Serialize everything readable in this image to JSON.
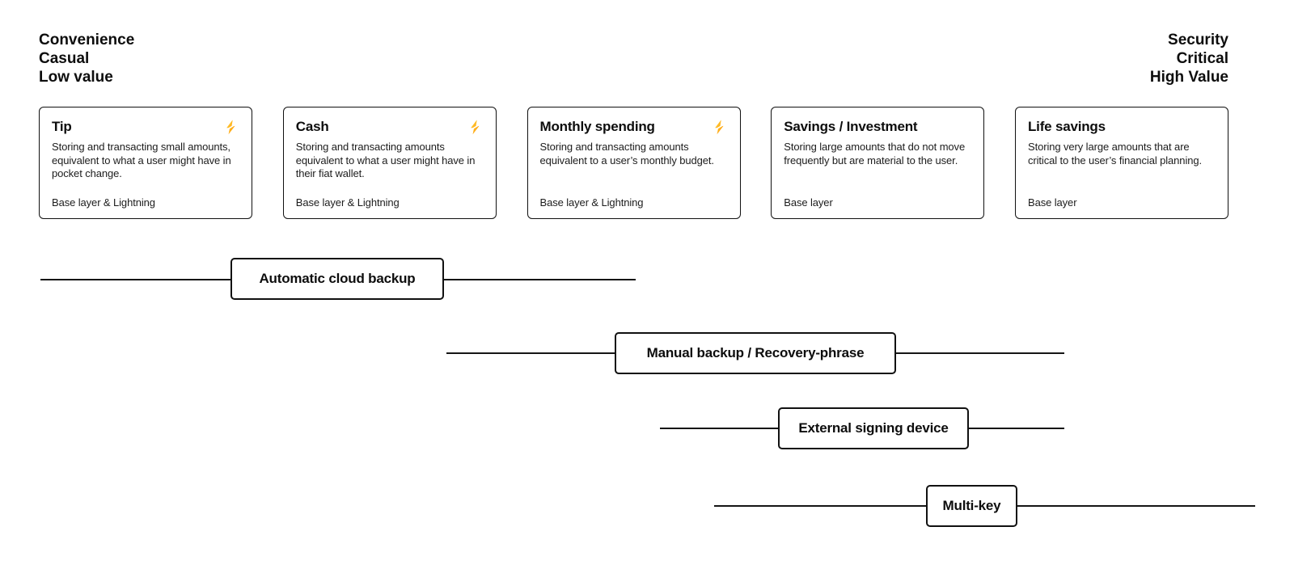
{
  "axis": {
    "left": [
      "Convenience",
      "Casual",
      "Low value"
    ],
    "right": [
      "Security",
      "Critical",
      "High Value"
    ]
  },
  "cards": [
    {
      "title": "Tip",
      "has_lightning": true,
      "description": "Storing and transacting small amounts, equivalent to what a user might have in pocket change.",
      "layer": "Base layer & Lightning"
    },
    {
      "title": "Cash",
      "has_lightning": true,
      "description": "Storing and transacting amounts equivalent to what a user might have in their fiat wallet.",
      "layer": "Base layer & Lightning"
    },
    {
      "title": "Monthly spending",
      "has_lightning": true,
      "description": "Storing and transacting amounts equivalent to a user’s monthly budget.",
      "layer": "Base layer & Lightning"
    },
    {
      "title": "Savings / Investment",
      "has_lightning": false,
      "description": "Storing large amounts that do not move frequently but are material to the user.",
      "layer": "Base layer"
    },
    {
      "title": "Life savings",
      "has_lightning": false,
      "description": "Storing very large amounts that are critical to the user’s financial planning.",
      "layer": "Base layer"
    }
  ],
  "methods": [
    {
      "label": "Automatic cloud backup"
    },
    {
      "label": "Manual backup / Recovery-phrase"
    },
    {
      "label": "External signing device"
    },
    {
      "label": "Multi-key"
    }
  ],
  "colors": {
    "line": "#151515",
    "border": "#111111",
    "bolt_light": "#FFD23E",
    "bolt_dark": "#FF9500"
  }
}
